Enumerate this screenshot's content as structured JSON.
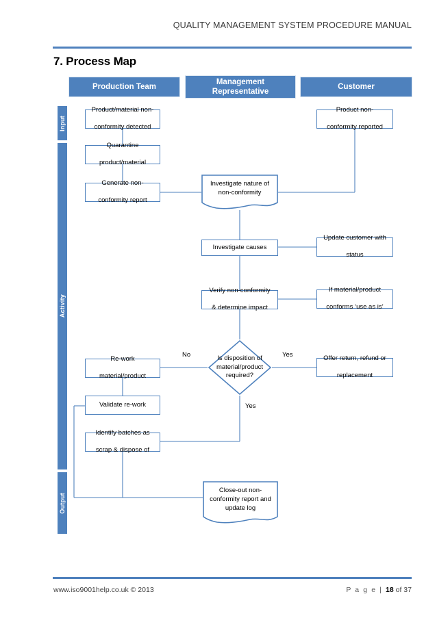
{
  "document": {
    "header_title": "QUALITY MANAGEMENT SYSTEM PROCEDURE MANUAL",
    "section_title": "7. Process Map",
    "footer_left": "www.iso9001help.co.uk © 2013",
    "footer_page_label": "P a g e ",
    "footer_page_sep": "| ",
    "footer_page_number": "18",
    "footer_page_of": " of 37"
  },
  "colors": {
    "accent_blue": "#4e81bd",
    "rule_blue": "#4f81bd",
    "box_border": "#4e81bd",
    "box_fill": "#ffffff",
    "text": "#000000"
  },
  "lanes": [
    {
      "id": "production",
      "label": "Production Team"
    },
    {
      "id": "management",
      "label": "Management\nRepresentative"
    },
    {
      "id": "customer",
      "label": "Customer"
    }
  ],
  "lane_labels": {
    "production": "Production Team",
    "management_line1": "Management",
    "management_line2": "Representative",
    "customer": "Customer"
  },
  "phases": [
    {
      "id": "input",
      "label": "Input"
    },
    {
      "id": "activity",
      "label": "Activity"
    },
    {
      "id": "output",
      "label": "Output"
    }
  ],
  "phase_labels": {
    "input": "Input",
    "activity": "Activity",
    "output": "Output"
  },
  "nodes": {
    "product_material_nonconformity": {
      "line1": "Product/material non-",
      "line2": "conformity detected",
      "shape": "process",
      "lane": "production",
      "phase": "input"
    },
    "quarantine": {
      "line1": "Quarantine",
      "line2": "product/material",
      "shape": "process",
      "lane": "production",
      "phase": "activity"
    },
    "generate_report": {
      "line1": "Generate non-",
      "line2": "conformity report",
      "shape": "process",
      "lane": "production",
      "phase": "activity"
    },
    "product_nonconformity_reported": {
      "line1": "Product non-",
      "line2": "conformity reported",
      "shape": "process",
      "lane": "customer",
      "phase": "input"
    },
    "investigate_nature": {
      "line1": "Investigate nature of",
      "line2": "non-conformity",
      "shape": "document",
      "lane": "management",
      "phase": "activity"
    },
    "investigate_causes": {
      "line1": "Investigate causes",
      "line2": "",
      "shape": "process",
      "lane": "management",
      "phase": "activity"
    },
    "update_customer": {
      "line1": "Update customer with",
      "line2": "status",
      "shape": "process",
      "lane": "customer",
      "phase": "activity"
    },
    "verify_nonconformity": {
      "line1": "Verify non-conformity",
      "line2": "& determine impact",
      "shape": "process",
      "lane": "management",
      "phase": "activity"
    },
    "use_as_is": {
      "line1": "If material/product",
      "line2": "conforms ‘use as is’",
      "shape": "process",
      "lane": "customer",
      "phase": "activity"
    },
    "disposition_decision": {
      "line1": "Is disposition of",
      "line2": "material/product",
      "line3": "required?",
      "shape": "decision",
      "lane": "management",
      "phase": "activity"
    },
    "rework": {
      "line1": "Re-work",
      "line2": "material/product",
      "shape": "process",
      "lane": "production",
      "phase": "activity"
    },
    "offer_return": {
      "line1": "Offer return, refund or",
      "line2": "replacement",
      "shape": "process",
      "lane": "customer",
      "phase": "activity"
    },
    "validate_rework": {
      "line1": "Validate re-work",
      "line2": "",
      "shape": "process",
      "lane": "production",
      "phase": "activity"
    },
    "identify_scrap": {
      "line1": "Identify batches as",
      "line2": "scrap & dispose of",
      "shape": "process",
      "lane": "production",
      "phase": "activity"
    },
    "close_out": {
      "line1": "Close-out non-",
      "line2": "conformity report and",
      "line3": "update log",
      "shape": "document",
      "lane": "management",
      "phase": "output"
    }
  },
  "connector_labels": {
    "no_left": "No",
    "yes_right": "Yes",
    "yes_down": "Yes"
  }
}
